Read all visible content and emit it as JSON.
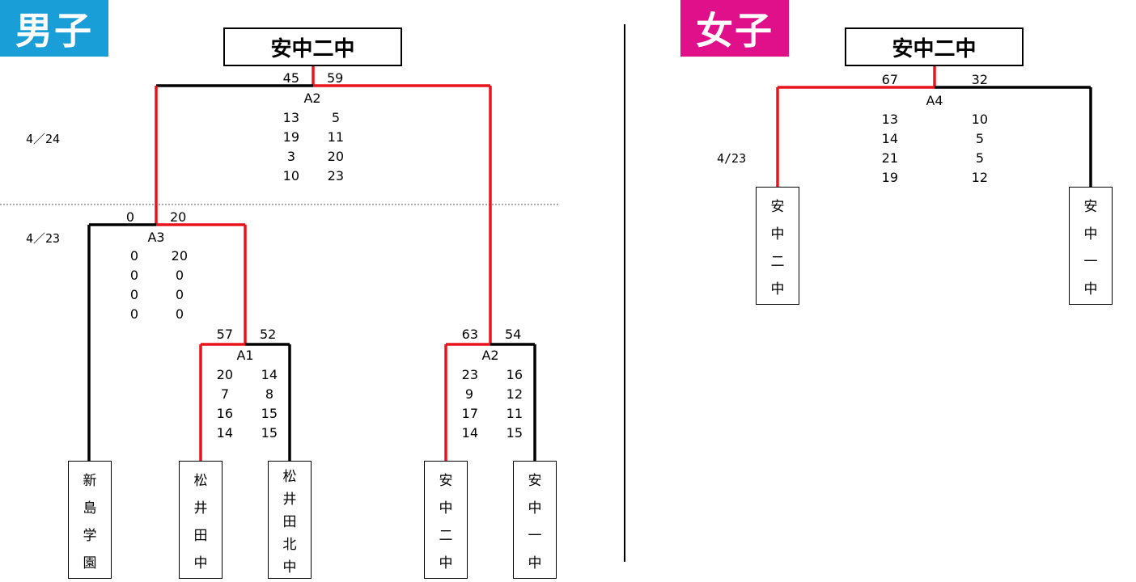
{
  "boys": {
    "label": "男子",
    "champion": "安中二中",
    "final": {
      "code": "A2",
      "left_total": "45",
      "right_total": "59",
      "periods": [
        [
          "13",
          "5"
        ],
        [
          "19",
          "11"
        ],
        [
          "3",
          "20"
        ],
        [
          "10",
          "23"
        ]
      ],
      "date": "4／24"
    },
    "semi_left": {
      "code": "A3",
      "left_total": "0",
      "right_total": "20",
      "periods": [
        [
          "0",
          "20"
        ],
        [
          "0",
          "0"
        ],
        [
          "0",
          "0"
        ],
        [
          "0",
          "0"
        ]
      ],
      "date": "4／23"
    },
    "match_a1": {
      "code": "A1",
      "left_total": "57",
      "right_total": "52",
      "periods": [
        [
          "20",
          "14"
        ],
        [
          "7",
          "8"
        ],
        [
          "16",
          "15"
        ],
        [
          "14",
          "15"
        ]
      ]
    },
    "match_a2": {
      "code": "A2",
      "left_total": "63",
      "right_total": "54",
      "periods": [
        [
          "23",
          "16"
        ],
        [
          "9",
          "12"
        ],
        [
          "17",
          "11"
        ],
        [
          "14",
          "15"
        ]
      ]
    },
    "teams": [
      {
        "chars": [
          "新",
          "島",
          "学",
          "園"
        ]
      },
      {
        "chars": [
          "松",
          "井",
          "田",
          "中"
        ]
      },
      {
        "chars": [
          "松",
          "井",
          "田",
          "北",
          "中"
        ]
      },
      {
        "chars": [
          "安",
          "中",
          "二",
          "中"
        ]
      },
      {
        "chars": [
          "安",
          "中",
          "一",
          "中"
        ]
      }
    ]
  },
  "girls": {
    "label": "女子",
    "champion": "安中二中",
    "final": {
      "code": "A4",
      "left_total": "67",
      "right_total": "32",
      "periods": [
        [
          "13",
          "10"
        ],
        [
          "14",
          "5"
        ],
        [
          "21",
          "5"
        ],
        [
          "19",
          "12"
        ]
      ],
      "date": "4/23"
    },
    "teams": [
      {
        "chars": [
          "安",
          "中",
          "二",
          "中"
        ]
      },
      {
        "chars": [
          "安",
          "中",
          "一",
          "中"
        ]
      }
    ]
  },
  "colors": {
    "winner_line": "#e8141b",
    "loser_line": "#000000",
    "boys_label": "#1a9ed8",
    "girls_label": "#e0108b"
  }
}
